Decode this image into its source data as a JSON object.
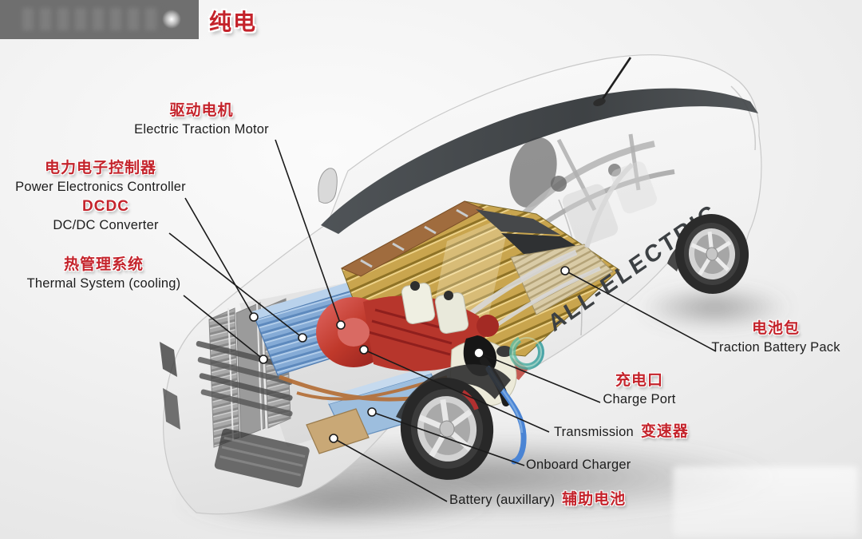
{
  "header": {
    "badge": "纯电"
  },
  "car": {
    "side_text": "ALL-ELECTRIC"
  },
  "labels": {
    "traction_motor": {
      "cn": "驱动电机",
      "en": "Electric Traction Motor"
    },
    "power_electronics": {
      "cn": "电力电子控制器",
      "en": "Power Electronics Controller"
    },
    "dcdc": {
      "cn": "DCDC",
      "en": "DC/DC Converter"
    },
    "thermal": {
      "cn": "热管理系统",
      "en": "Thermal System (cooling)"
    },
    "battery_pack": {
      "cn": "电池包",
      "en": "Traction Battery Pack"
    },
    "charge_port": {
      "cn": "充电口",
      "en": "Charge Port"
    },
    "transmission": {
      "en": "Transmission",
      "cn": "变速器"
    },
    "onboard_charger": {
      "en": "Onboard Charger"
    },
    "aux_battery": {
      "en": "Battery (auxillary)",
      "cn": "辅助电池"
    }
  },
  "colors": {
    "label_red": "#c4232b",
    "label_text": "#1d1d1d",
    "battery_gold": "#c9a54e",
    "electronics_blue": "#85abd6",
    "motor_red": "#c0392b",
    "logo_teal": "#2fae9b",
    "cable_blue": "#4a84d4"
  }
}
